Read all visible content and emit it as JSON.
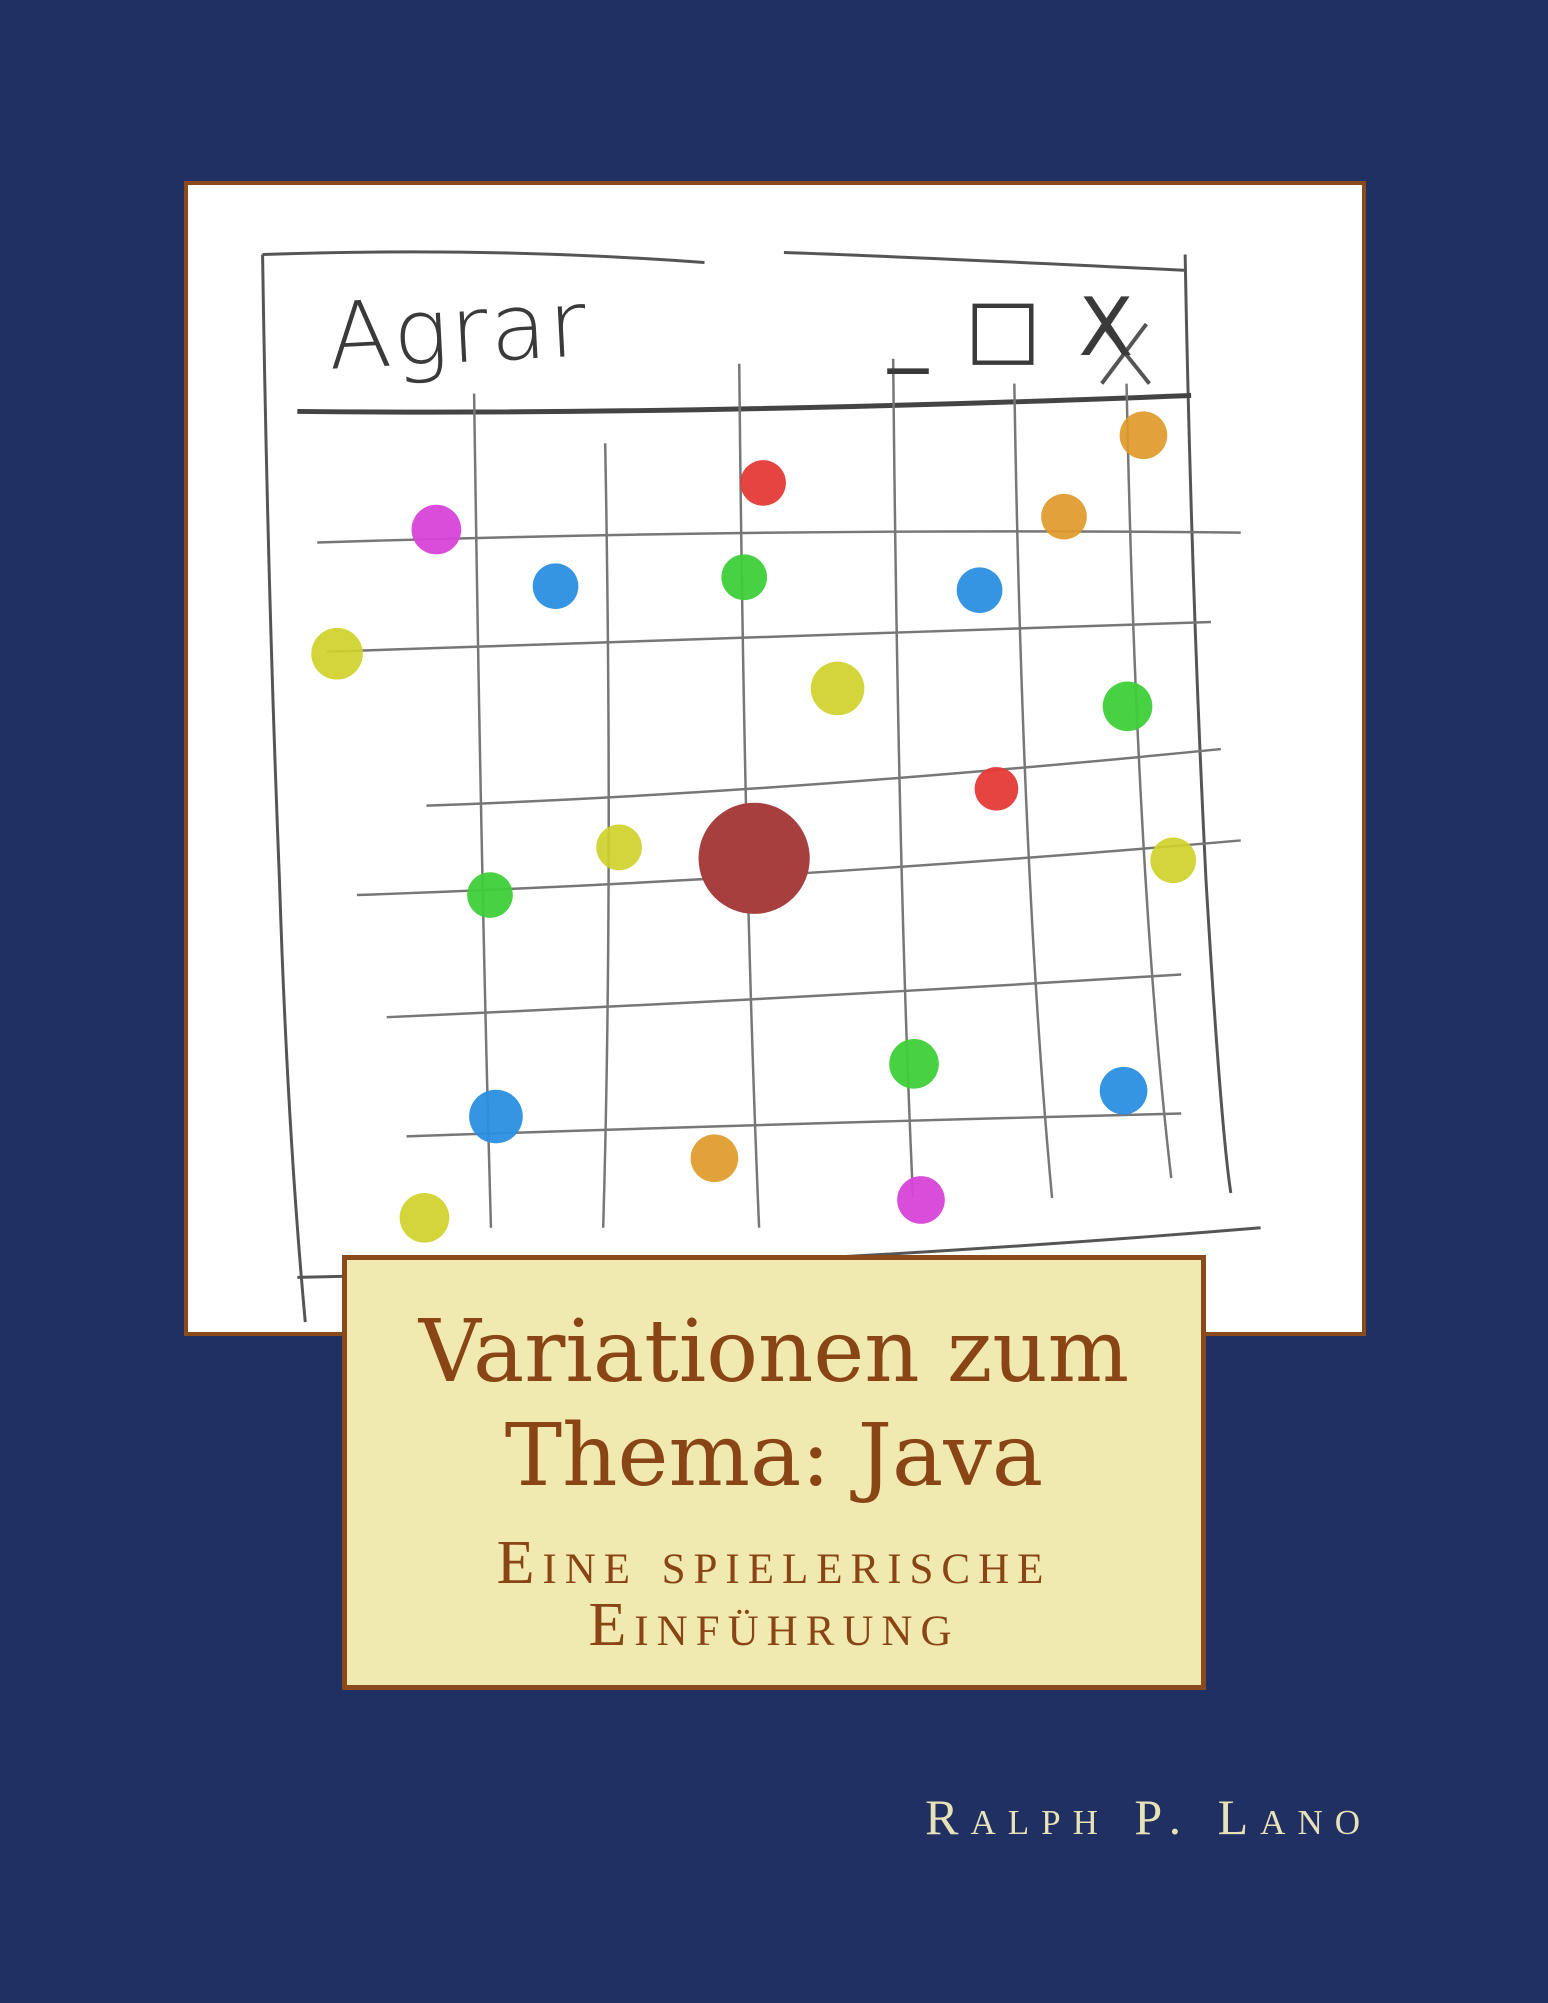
{
  "cover": {
    "background_color": "#203063",
    "frame_color": "#8a4a1c",
    "title_box_color": "#f0e9b0",
    "title_color": "#8a4516"
  },
  "illustration": {
    "sketch_title": "Agrar",
    "sketch_controls": "_ □ X"
  },
  "title": {
    "line1": "Variationen zum",
    "line2": "Thema: Java",
    "subtitle_line1": "Eine spielerische",
    "subtitle_line2": "Einführung"
  },
  "author": "Ralph P. Lano"
}
